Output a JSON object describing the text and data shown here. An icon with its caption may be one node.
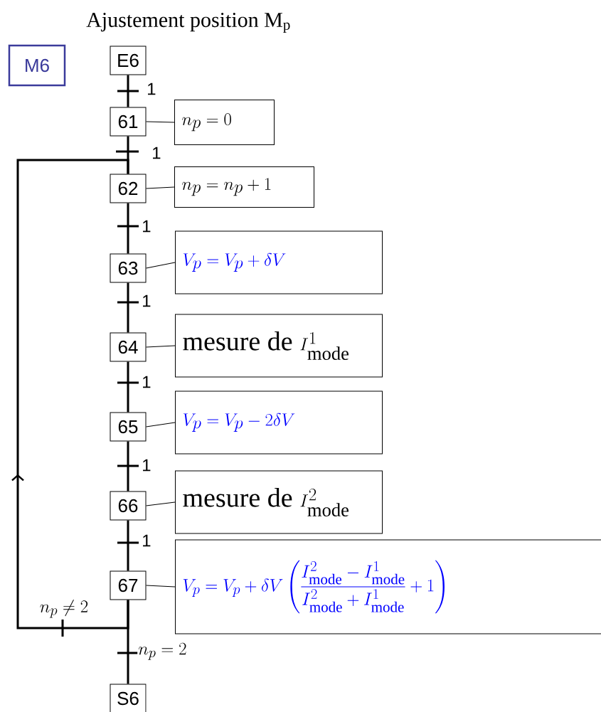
{
  "diagram": {
    "title": "Ajustement position M$_{p}$",
    "nodes": [
      {
        "text": [
          "M6"
        ]
      },
      {
        "text": [
          "E6"
        ]
      },
      {
        "text": [
          "61"
        ]
      },
      {
        "text": [
          "n_{p} = 0"
        ]
      },
      {
        "text": [
          "62"
        ]
      },
      {
        "text": [
          "n_{p} = n_{p}+1"
        ]
      },
      {
        "text": [
          "63"
        ]
      },
      {
        "text": [
          "V_{p} = V_{p} + \\delta V"
        ]
      },
      {
        "text": [
          "64"
        ]
      },
      {
        "text": [
          "\\text{mesure de }I^{1}_{\\text{mode}}"
        ]
      },
      {
        "text": [
          "65"
        ]
      },
      {
        "text": [
          "V_{p} = V_{p} - 2\\delta V"
        ]
      },
      {
        "text": [
          "66"
        ]
      },
      {
        "text": [
          "\\text{mesure de }I^{2}_{\\text{mode}}"
        ]
      },
      {
        "text": [
          "67"
        ]
      },
      {
        "text": [
          "V_{p} = V_{p} + \\delta V \\left( \\frac{I^{2}_{\\text{mode}} - I^{1}_{\\text{mode}}}{I^{2}_{\\text{mode}} + I^{1}_{\\text{mode}}} + 1 \\right)"
        ]
      },
      {
        "text": [
          "S6"
        ]
      }
    ],
    "edges": [
      {
        "from": 1,
        "to": 2,
        "arrow": "none",
        "label": "1"
      },
      {
        "from": 2,
        "to": 4,
        "arrow": "none",
        "label": "1"
      },
      {
        "from": 4,
        "to": 6,
        "arrow": "none",
        "label": "1"
      },
      {
        "from": 6,
        "to": 8,
        "arrow": "none",
        "label": "1"
      },
      {
        "from": 8,
        "to": 10,
        "arrow": "none",
        "label": "1"
      },
      {
        "from": 10,
        "to": 12,
        "arrow": "none",
        "label": "1"
      },
      {
        "from": 12,
        "to": 14,
        "arrow": "none",
        "label": "1"
      },
      {
        "from": 14,
        "to": 16,
        "arrow": "none",
        "label": "n_{p} = 2"
      },
      {
        "from": 14,
        "to": 4,
        "arrow": "to",
        "label": "n_{p} \\neq 2"
      },
      {
        "from": 2,
        "to": 3,
        "arrow": "none"
      },
      {
        "from": 4,
        "to": 5,
        "arrow": "none"
      },
      {
        "from": 6,
        "to": 7,
        "arrow": "none"
      },
      {
        "from": 8,
        "to": 9,
        "arrow": "none"
      },
      {
        "from": 10,
        "to": 11,
        "arrow": "none"
      },
      {
        "from": 12,
        "to": 13,
        "arrow": "none"
      },
      {
        "from": 14,
        "to": 15,
        "arrow": "none"
      }
    ]
  }
}
